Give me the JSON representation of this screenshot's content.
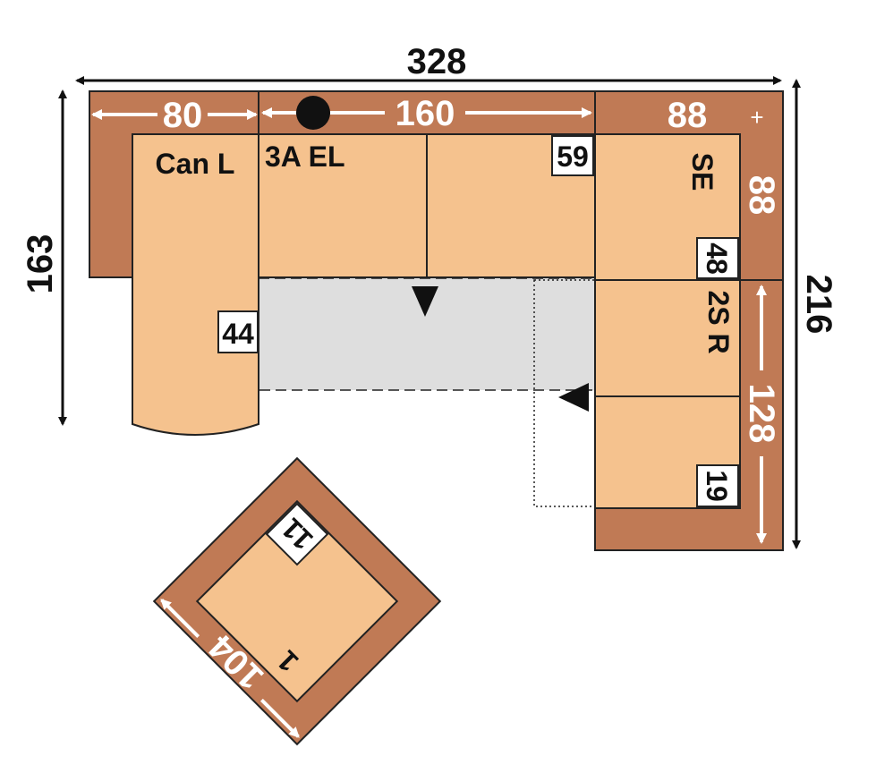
{
  "dimensions": {
    "total_width": "328",
    "left_height": "163",
    "right_height": "216",
    "can_width": "80",
    "center_width": "160",
    "corner_width": "88",
    "corner_depth": "88",
    "right_length": "128",
    "chair_width": "104"
  },
  "modules": {
    "can": "Can L",
    "center": "3A EL",
    "corner": "SE",
    "right": "2S R",
    "chair": "1"
  },
  "module_numbers": {
    "can": "44",
    "center": "59",
    "corner": "48",
    "right": "19",
    "chair": "11"
  },
  "colors": {
    "frame": "#c07a55",
    "cushion": "#f5c28e",
    "outline": "#222222",
    "extension": "#dedede"
  }
}
